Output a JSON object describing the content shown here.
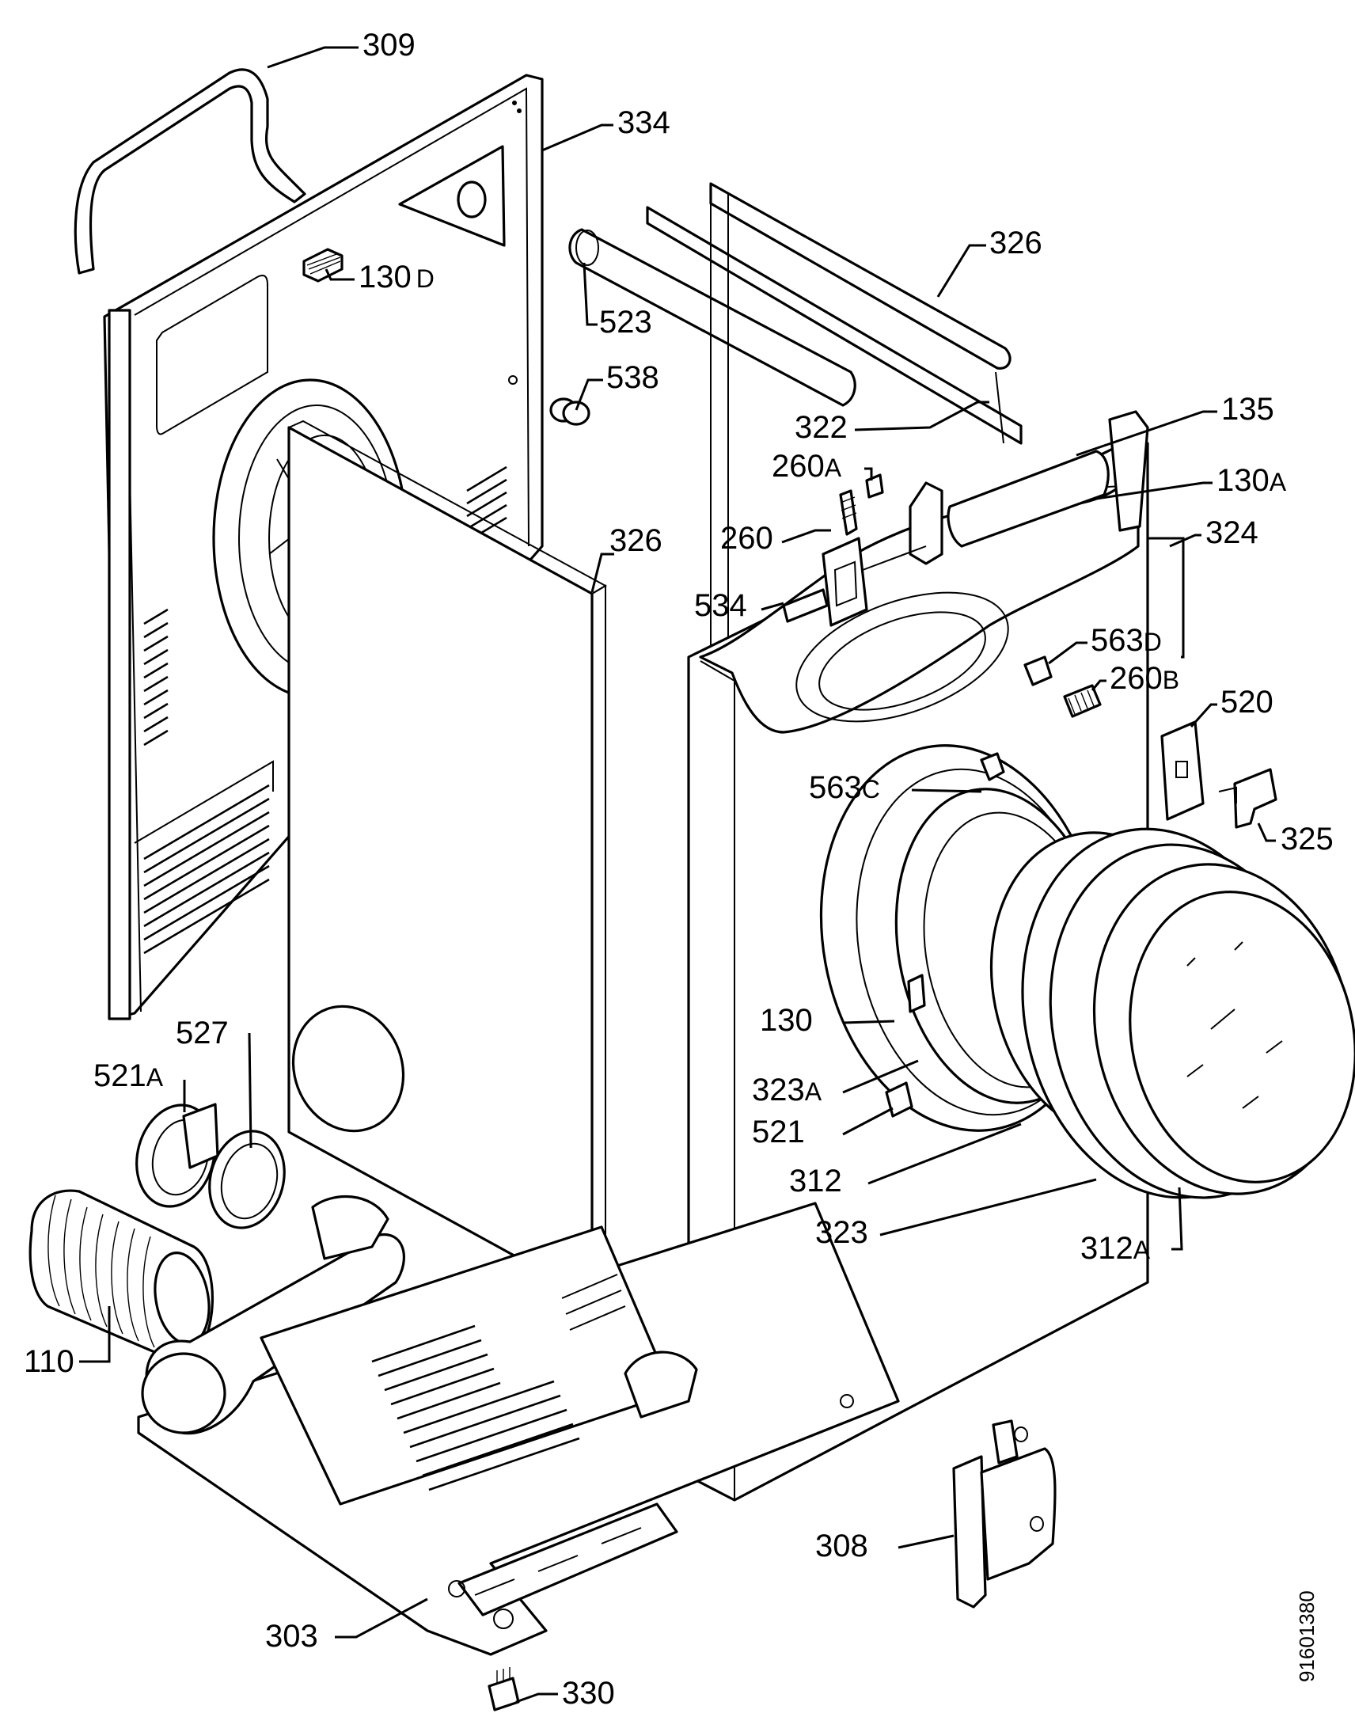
{
  "diagram": {
    "document_number": "91601380",
    "callouts": [
      {
        "id": "c309",
        "text": "309"
      },
      {
        "id": "c334",
        "text": "334"
      },
      {
        "id": "c326top",
        "text": "326"
      },
      {
        "id": "c130d",
        "text": "130",
        "suffix": "D"
      },
      {
        "id": "c523",
        "text": "523"
      },
      {
        "id": "c538",
        "text": "538"
      },
      {
        "id": "c322",
        "text": "322"
      },
      {
        "id": "c135",
        "text": "135"
      },
      {
        "id": "c260a",
        "text": "260",
        "suffix": "A"
      },
      {
        "id": "c130a",
        "text": "130",
        "suffix": "A"
      },
      {
        "id": "c260",
        "text": "260"
      },
      {
        "id": "c326mid",
        "text": "326"
      },
      {
        "id": "c324",
        "text": "324"
      },
      {
        "id": "c534",
        "text": "534"
      },
      {
        "id": "c563d",
        "text": "563",
        "suffix": "D"
      },
      {
        "id": "c260b",
        "text": "260",
        "suffix": "B"
      },
      {
        "id": "c520",
        "text": "520"
      },
      {
        "id": "c563c",
        "text": "563",
        "suffix": "C"
      },
      {
        "id": "c325",
        "text": "325"
      },
      {
        "id": "c527",
        "text": "527"
      },
      {
        "id": "c521a",
        "text": "521",
        "suffix": "A"
      },
      {
        "id": "c130",
        "text": "130"
      },
      {
        "id": "c323a",
        "text": "323",
        "suffix": "A"
      },
      {
        "id": "c521",
        "text": "521"
      },
      {
        "id": "c312",
        "text": "312"
      },
      {
        "id": "c323",
        "text": "323"
      },
      {
        "id": "c312a",
        "text": "312",
        "suffix": "A"
      },
      {
        "id": "c110",
        "text": "110"
      },
      {
        "id": "c308",
        "text": "308"
      },
      {
        "id": "c303",
        "text": "303"
      },
      {
        "id": "c330",
        "text": "330"
      }
    ]
  }
}
